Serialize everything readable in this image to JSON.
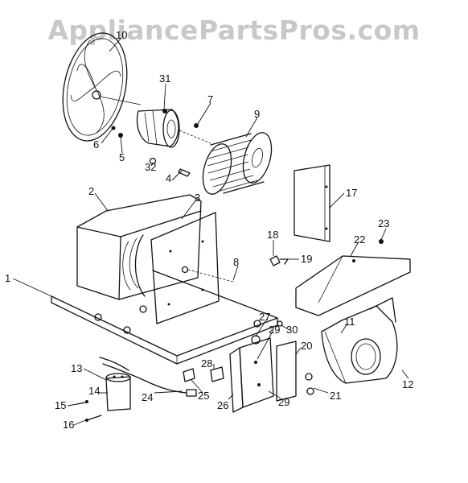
{
  "watermark": "AppliancePartsPros.com",
  "callouts": [
    "1",
    "2",
    "3",
    "4",
    "5",
    "6",
    "7",
    "8",
    "9",
    "10",
    "11",
    "12",
    "13",
    "14",
    "15",
    "16",
    "17",
    "18",
    "19",
    "20",
    "21",
    "22",
    "23",
    "24",
    "25",
    "26",
    "27",
    "28",
    "29",
    "29",
    "30",
    "31",
    "32"
  ]
}
